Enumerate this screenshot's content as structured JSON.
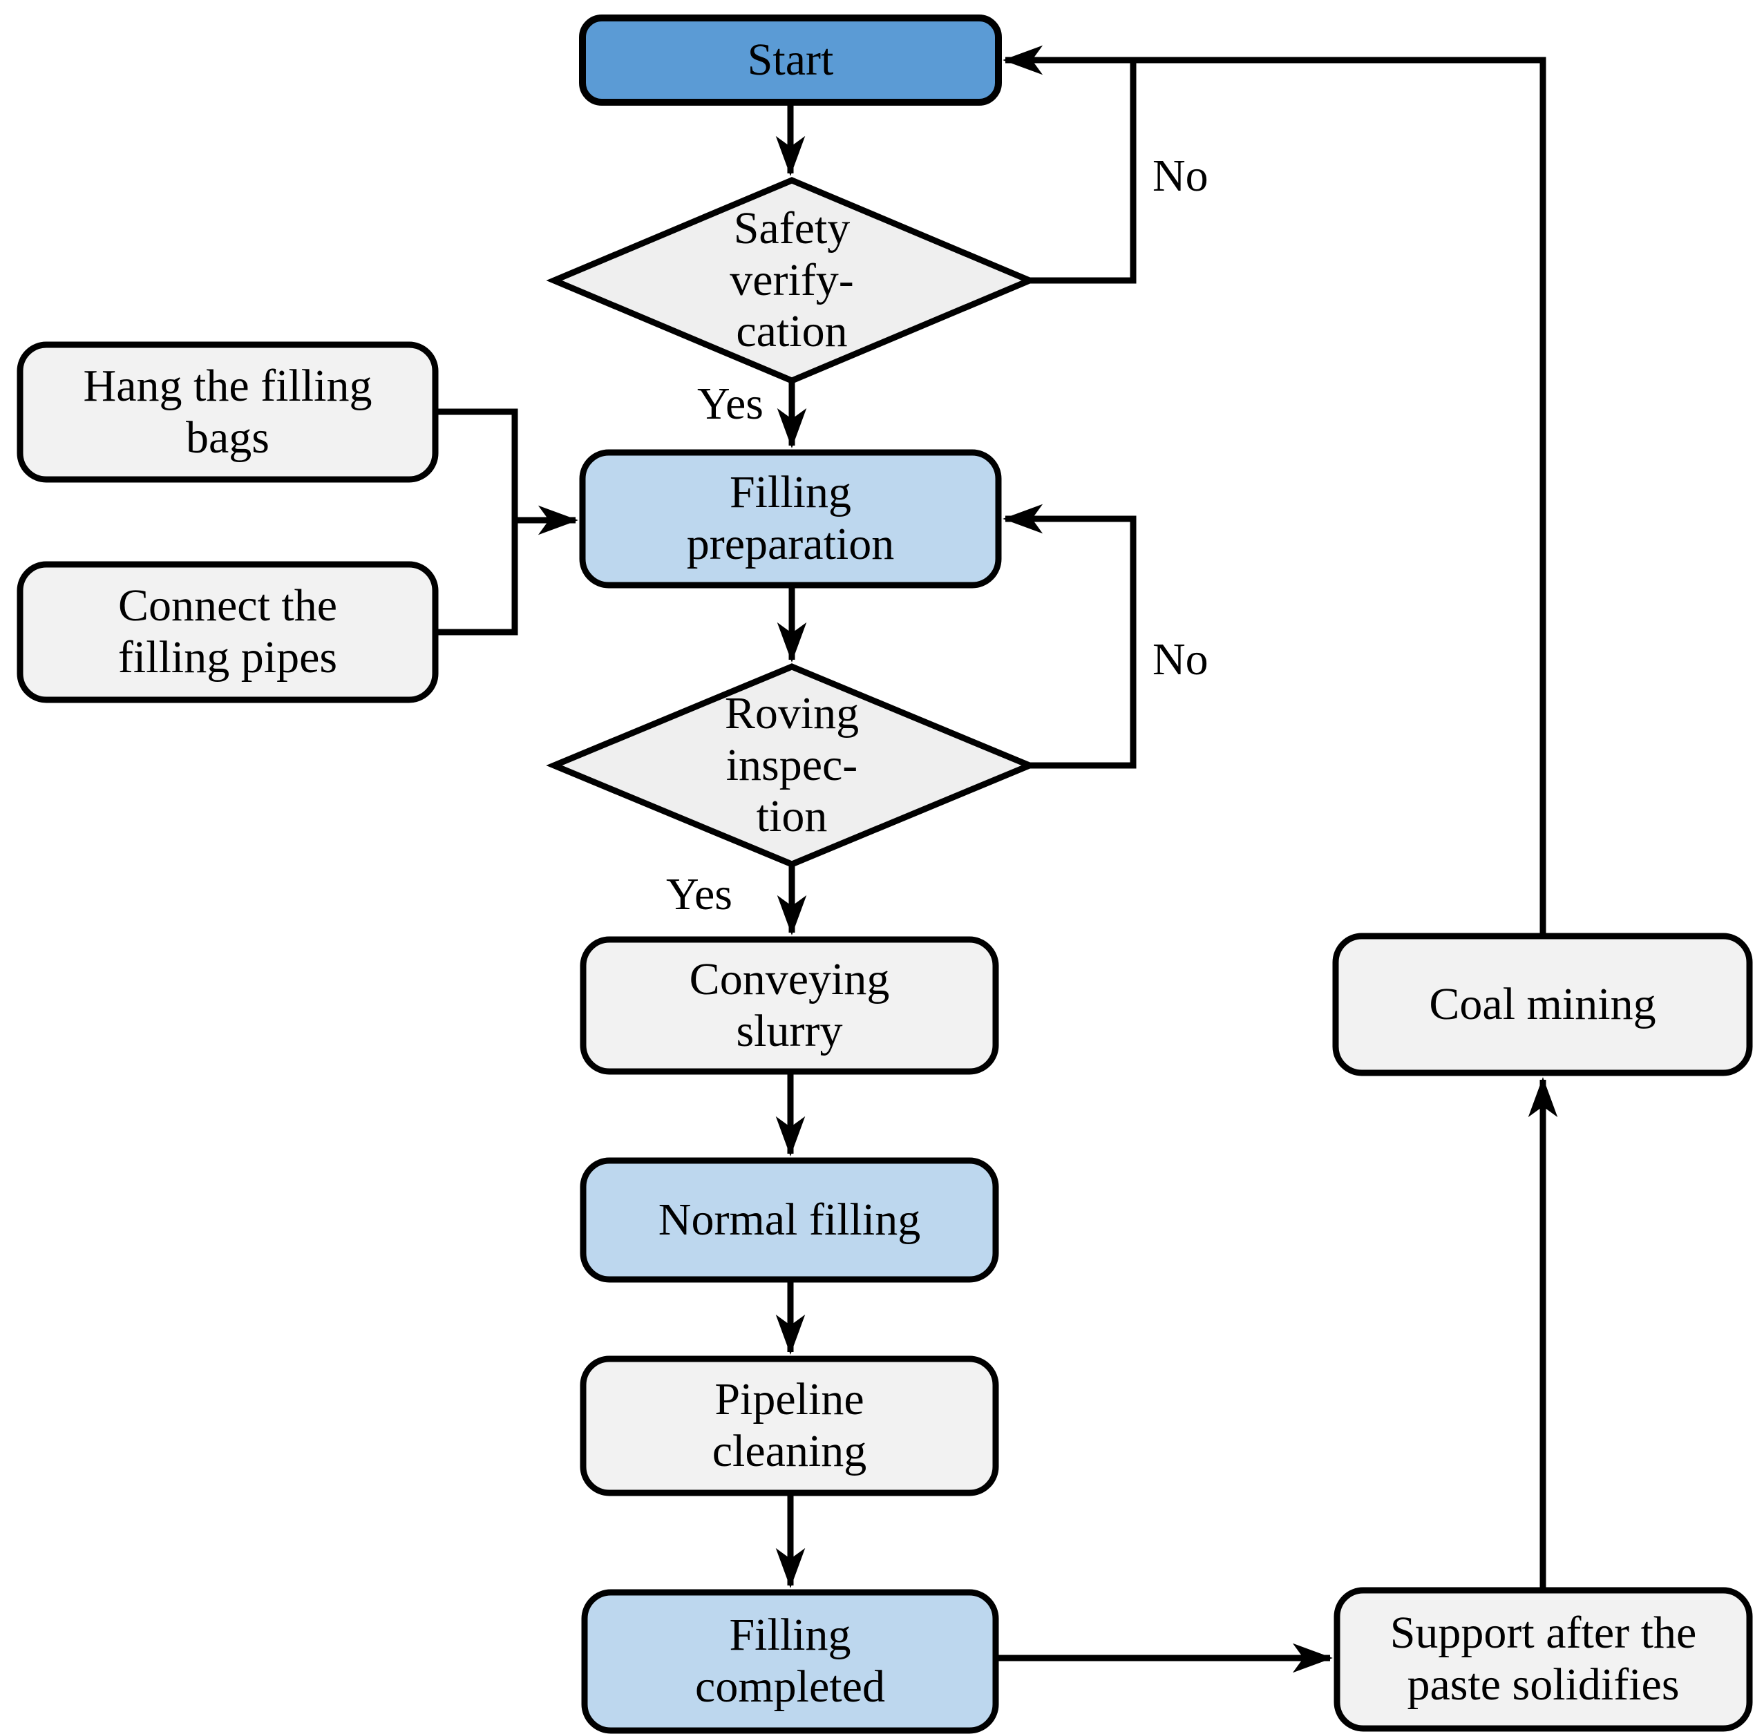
{
  "diagram": {
    "type": "flowchart",
    "background": "#FFFFFF",
    "stroke_color": "#000000",
    "nodes": {
      "start": {
        "label": "Start",
        "fill": "#5B9BD5",
        "shape": "rounded-rect",
        "kind": "terminator"
      },
      "safety": {
        "label": "Safety\nverify-\ncation",
        "fill": "#EFEFEF",
        "shape": "diamond",
        "kind": "decision"
      },
      "hang": {
        "label": "Hang the filling\nbags",
        "fill": "#F2F2F2",
        "shape": "rounded-rect",
        "kind": "process"
      },
      "connect": {
        "label": "Connect the\nfilling pipes",
        "fill": "#F2F2F2",
        "shape": "rounded-rect",
        "kind": "process"
      },
      "prep": {
        "label": "Filling\npreparation",
        "fill": "#BDD7EE",
        "shape": "rounded-rect",
        "kind": "process"
      },
      "roving": {
        "label": "Roving\ninspec-\ntion",
        "fill": "#EFEFEF",
        "shape": "diamond",
        "kind": "decision"
      },
      "conveying": {
        "label": "Conveying\nslurry",
        "fill": "#F2F2F2",
        "shape": "rounded-rect",
        "kind": "process"
      },
      "normal": {
        "label": "Normal filling",
        "fill": "#BDD7EE",
        "shape": "rounded-rect",
        "kind": "process"
      },
      "pipeline": {
        "label": "Pipeline\ncleaning",
        "fill": "#F2F2F2",
        "shape": "rounded-rect",
        "kind": "process"
      },
      "completed": {
        "label": "Filling\ncompleted",
        "fill": "#BDD7EE",
        "shape": "rounded-rect",
        "kind": "process"
      },
      "support": {
        "label": "Support after the\npaste solidifies",
        "fill": "#F2F2F2",
        "shape": "rounded-rect",
        "kind": "process"
      },
      "coal": {
        "label": "Coal mining",
        "fill": "#F2F2F2",
        "shape": "rounded-rect",
        "kind": "process"
      }
    },
    "edge_labels": {
      "safety_yes": "Yes",
      "safety_no": "No",
      "roving_yes": "Yes",
      "roving_no": "No"
    },
    "edges": [
      "Start -> Safety verifycation",
      "Safety verifycation -Yes-> Filling preparation",
      "Safety verifycation -No-> Start",
      "Hang the filling bags -> Filling preparation",
      "Connect the filling pipes -> Filling preparation",
      "Filling preparation -> Roving inspection",
      "Roving inspection -No-> Filling preparation",
      "Roving inspection -Yes-> Conveying slurry",
      "Conveying slurry -> Normal filling",
      "Normal filling -> Pipeline cleaning",
      "Pipeline cleaning -> Filling completed",
      "Filling completed -> Support after the paste solidifies",
      "Support after the paste solidifies -> Coal mining",
      "Coal mining -> Start"
    ]
  }
}
